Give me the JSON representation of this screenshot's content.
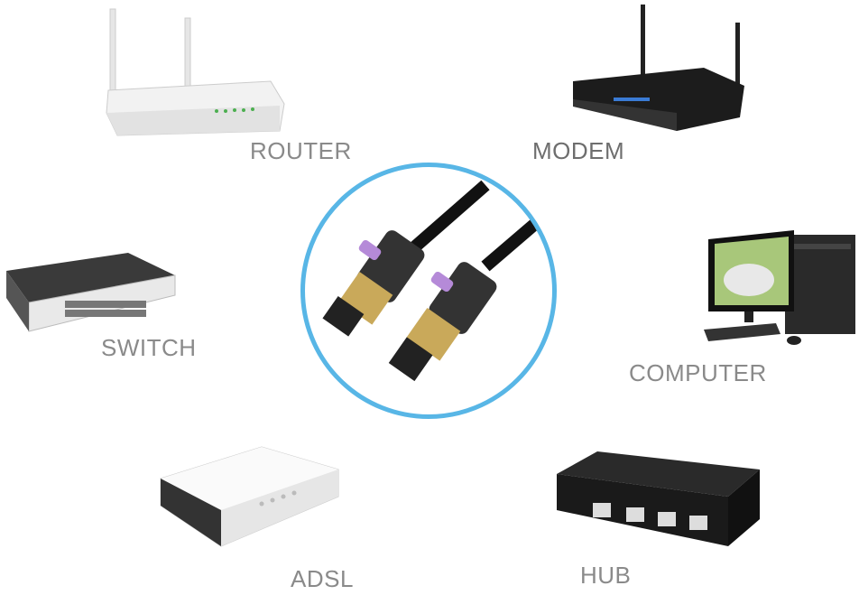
{
  "devices": {
    "router": "ROUTER",
    "modem": "MODEM",
    "switch": "SWITCH",
    "computer": "COMPUTER",
    "adsl": "ADSL",
    "hub": "HUB"
  },
  "colors": {
    "ring": "#58b6e6",
    "label": "#8a8a8a",
    "connector_tab": "#b58ad8"
  }
}
